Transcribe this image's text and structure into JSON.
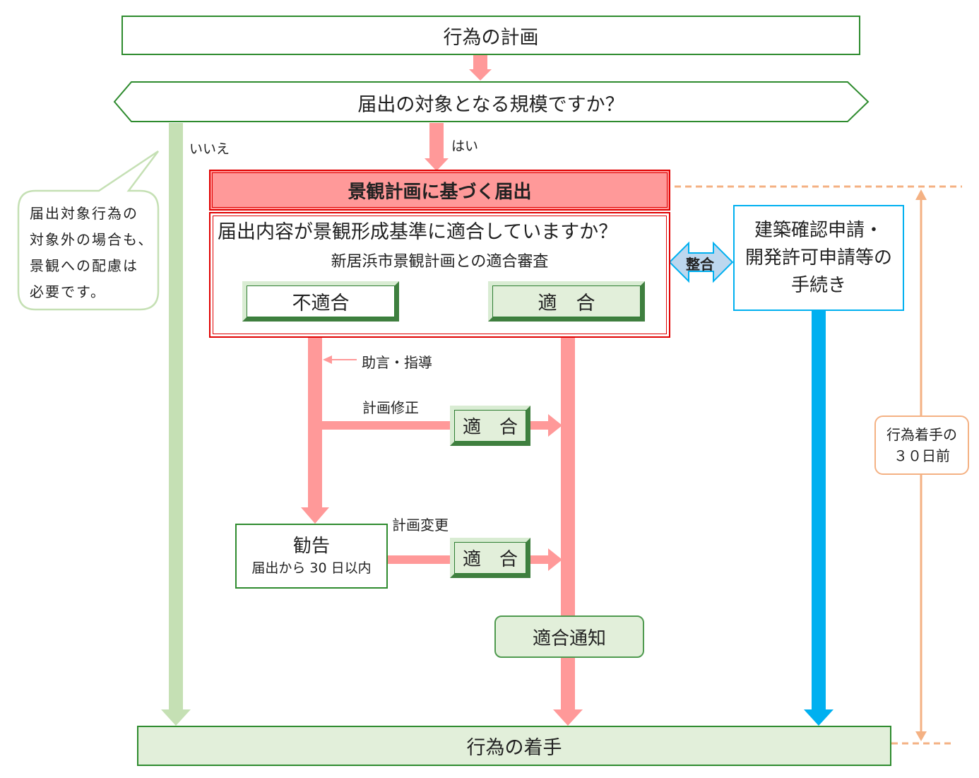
{
  "start": {
    "label": "行為の計画"
  },
  "question": {
    "label": "届出の対象となる規模ですか？"
  },
  "branches": {
    "no": "いいえ",
    "yes": "はい"
  },
  "note": {
    "lines": [
      "届出対象行為の",
      "対象外の場合も、",
      "景観への配慮は",
      "必要です。"
    ]
  },
  "notification": {
    "title": "景観計画に基づく届出"
  },
  "review": {
    "question": "届出内容が景観形成基準に適合していますか？",
    "subtitle": "新居浜市景観計画との適合審査",
    "noncompliant": "不適合",
    "compliant": "適　合"
  },
  "coordination": {
    "label": "整合"
  },
  "building": {
    "lines": [
      "建築確認申請・",
      "開発許可申請等の",
      "手続き"
    ]
  },
  "advice": {
    "label": "助言・指導"
  },
  "plan_fix": {
    "label": "計画修正",
    "result": "適　合"
  },
  "recommendation": {
    "title": "勧告",
    "sub": "届出から 30 日以内"
  },
  "plan_change": {
    "label": "計画変更",
    "result": "適　合"
  },
  "notice": {
    "label": "適合通知"
  },
  "deadline": {
    "lines": [
      "行為着手の",
      "３０日前"
    ]
  },
  "end": {
    "label": "行為の着手"
  },
  "colors": {
    "green_border": "#2e8b2e",
    "pink": "#ff9999",
    "red": "#e00000",
    "light_green": "#e2efda",
    "blue": "#00b0f0",
    "orange": "#f4b183",
    "pale_green": "#c5e0b4"
  }
}
